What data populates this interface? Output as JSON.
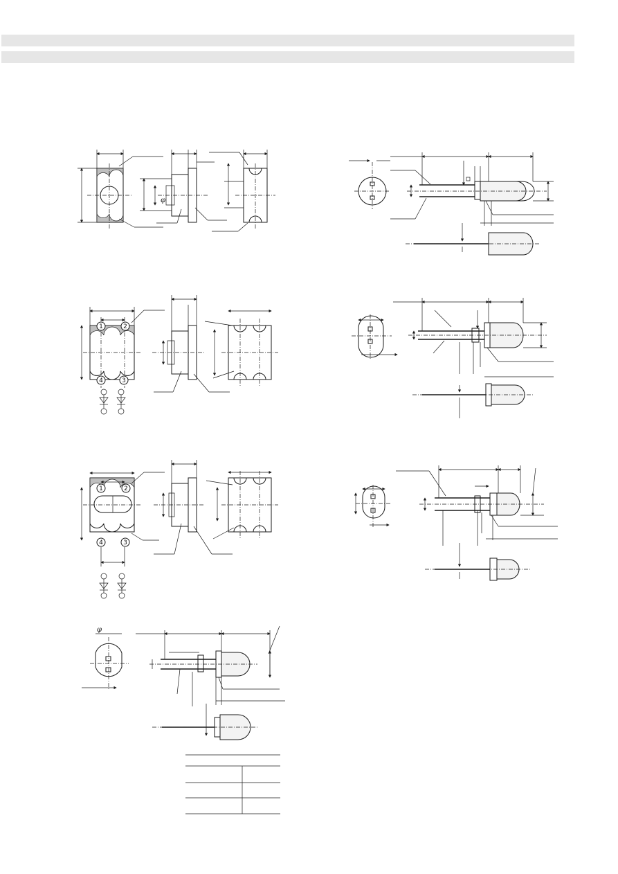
{
  "header": {
    "band_color": "#e6e6e6"
  },
  "drawing": {
    "diameter_symbol": "φ",
    "pin_numbers": [
      "1",
      "2",
      "3",
      "4"
    ],
    "table": {
      "rows": 4,
      "columns": 2
    }
  }
}
